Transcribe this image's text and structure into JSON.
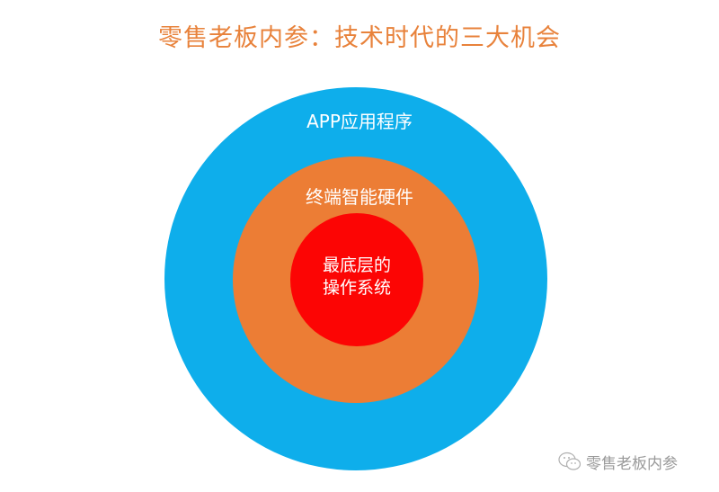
{
  "title": "零售老板内参：技术时代的三大机会",
  "diagram": {
    "type": "concentric-circles",
    "layers": [
      {
        "label": "APP应用程序",
        "color": "#0eaeeb"
      },
      {
        "label": "终端智能硬件",
        "color": "#ec7d35"
      },
      {
        "label_line1": "最底层的",
        "label_line2": "操作系统",
        "color": "#fc0504"
      }
    ]
  },
  "watermark": {
    "icon": "wechat-icon",
    "text": "零售老板内参"
  }
}
